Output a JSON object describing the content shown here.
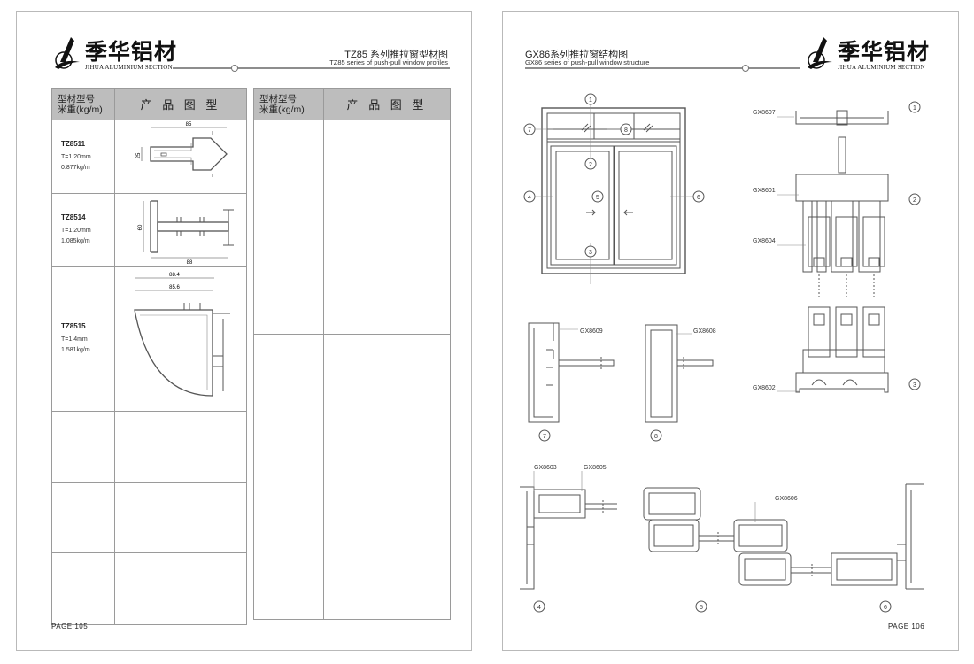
{
  "brand": {
    "name_cn": "季华铝材",
    "name_en": "JIHUA ALUMINIUM SECTION",
    "reg_mark": "®"
  },
  "left_page": {
    "title": "TZ85 系列推拉窗型材图",
    "subtitle": "TZ85 series of push-pull window profiles",
    "table": {
      "col_model_line1": "型材型号",
      "col_model_line2": "米重(kg/m)",
      "col_image": "产 品 图 型",
      "rows": [
        {
          "code": "TZ8511",
          "thickness": "T=1.20mm",
          "weight": "0.877kg/m",
          "dims": [
            "85",
            "25"
          ]
        },
        {
          "code": "TZ8514",
          "thickness": "T=1.20mm",
          "weight": "1.085kg/m",
          "dims": [
            "60",
            "88"
          ]
        },
        {
          "code": "TZ8515",
          "thickness": "T=1.4mm",
          "weight": "1.581kg/m",
          "dims": [
            "88.4",
            "85.6"
          ]
        }
      ]
    },
    "page_no": "PAGE 105"
  },
  "right_page": {
    "title": "GX86系列推拉窗结构图",
    "subtitle": "GX86 series of push-pull window structure",
    "callouts": [
      "1",
      "2",
      "3",
      "4",
      "5",
      "6",
      "7",
      "8"
    ],
    "profile_codes": {
      "p8607": "GX8607",
      "p8601": "GX8601",
      "p8604": "GX8604",
      "p8602": "GX8602",
      "p8609": "GX8609",
      "p8608": "GX8608",
      "p8603": "GX8603",
      "p8605": "GX8605",
      "p8606": "GX8606"
    },
    "page_no": "PAGE 106"
  },
  "colors": {
    "rule": "#8d8d8d",
    "table_header": "#bdbdbd",
    "line": "#555555"
  }
}
